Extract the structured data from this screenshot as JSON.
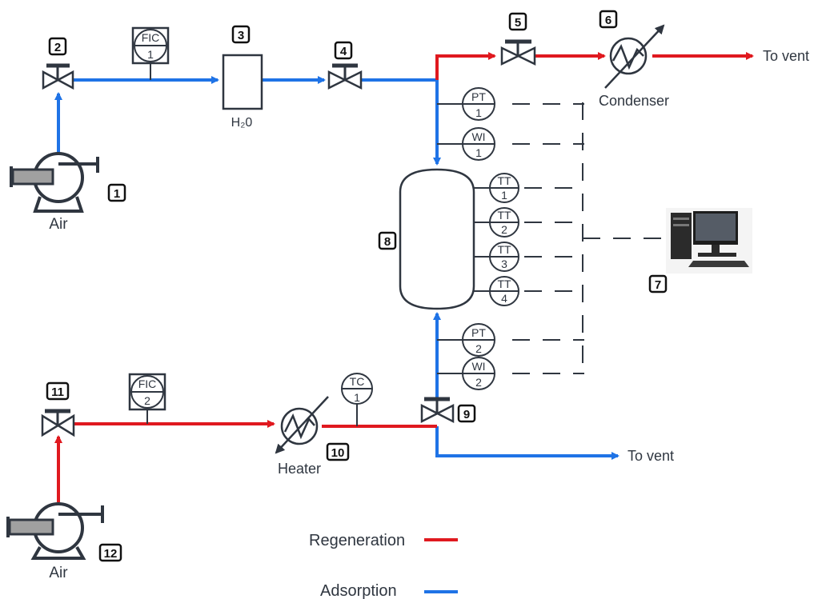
{
  "colors": {
    "regeneration": "#e0191f",
    "adsorption": "#1f73e6",
    "equipment": "#2f3640"
  },
  "tags": [
    "1",
    "2",
    "3",
    "4",
    "5",
    "6",
    "7",
    "8",
    "9",
    "10",
    "11",
    "12"
  ],
  "labels": {
    "air_top": "Air",
    "air_bottom": "Air",
    "water": "H₂0",
    "condenser": "Condenser",
    "heater": "Heater",
    "vent_top": "To vent",
    "vent_bottom": "To vent"
  },
  "instruments": {
    "fic1": [
      "FIC",
      "1"
    ],
    "fic2": [
      "FIC",
      "2"
    ],
    "pt1": [
      "PT",
      "1"
    ],
    "wi1": [
      "WI",
      "1"
    ],
    "tt1": [
      "TT",
      "1"
    ],
    "tt2": [
      "TT",
      "2"
    ],
    "tt3": [
      "TT",
      "3"
    ],
    "tt4": [
      "TT",
      "4"
    ],
    "pt2": [
      "PT",
      "2"
    ],
    "wi2": [
      "WI",
      "2"
    ],
    "tc1": [
      "TC",
      "1"
    ]
  },
  "legend": {
    "regeneration": "Regeneration",
    "adsorption": "Adsorption"
  },
  "icons": {
    "computer": "computer-icon",
    "pump": "pump-icon",
    "valve": "valve-icon",
    "heat_exchanger": "heat-exchanger-icon"
  }
}
